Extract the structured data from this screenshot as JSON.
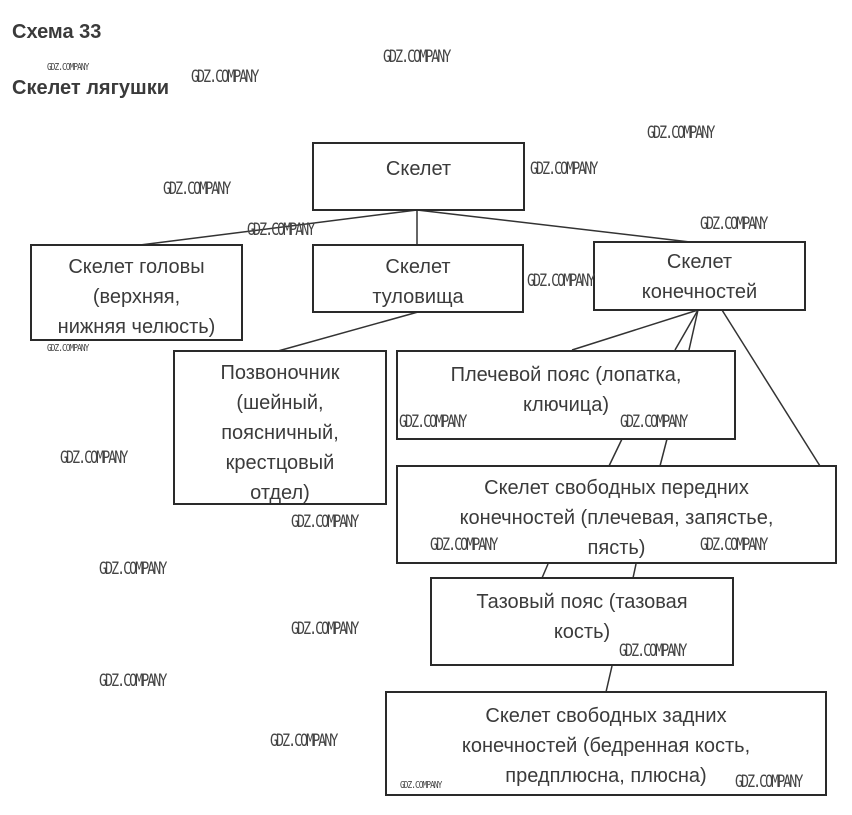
{
  "scheme_label": "Схема 33",
  "title": "Скелет лягушки",
  "watermark": "GDZ.COMPANY",
  "nodes": {
    "root": "Скелет",
    "head": "Скелет головы (верхняя, нижняя челюсть)",
    "trunk": "Скелет туловища",
    "limbs": "Скелет конечностей",
    "spine": "Позвоночник (шейный, поясничный, крестцовый отдел)",
    "shoulder": "Плечевой пояс (лопатка, ключица)",
    "fore": "Скелет свободных передних конечностей (плечевая, запястье, пясть)",
    "pelvic": "Тазовый пояс (тазовая кость)",
    "hind": "Скелет свободных задних конечностей (бедренная кость, предплюсна, плюсна)"
  },
  "node_lines": {
    "root": [
      "Скелет"
    ],
    "head": [
      "Скелет головы",
      "(верхняя,",
      "нижняя челюсть)"
    ],
    "trunk": [
      "Скелет",
      "туловища"
    ],
    "limbs": [
      "Скелет",
      "конечностей"
    ],
    "spine": [
      "Позвоночник",
      "(шейный,",
      "поясничный,",
      "крестцовый",
      "отдел)"
    ],
    "shoulder": [
      "Плечевой пояс (лопатка,",
      "ключица)"
    ],
    "fore": [
      "Скелет свободных передних",
      "конечностей (плечевая, запястье,",
      "пясть)"
    ],
    "pelvic": [
      "Тазовый пояс (тазовая",
      "кость)"
    ],
    "hind": [
      "Скелет свободных задних",
      "конечностей (бедренная кость,",
      "предплюсна, плюсна)"
    ]
  },
  "edges": [
    [
      "root",
      "head"
    ],
    [
      "root",
      "trunk"
    ],
    [
      "root",
      "limbs"
    ],
    [
      "trunk",
      "spine"
    ],
    [
      "limbs",
      "shoulder"
    ],
    [
      "limbs",
      "fore"
    ],
    [
      "limbs",
      "pelvic"
    ],
    [
      "limbs",
      "hind"
    ]
  ]
}
